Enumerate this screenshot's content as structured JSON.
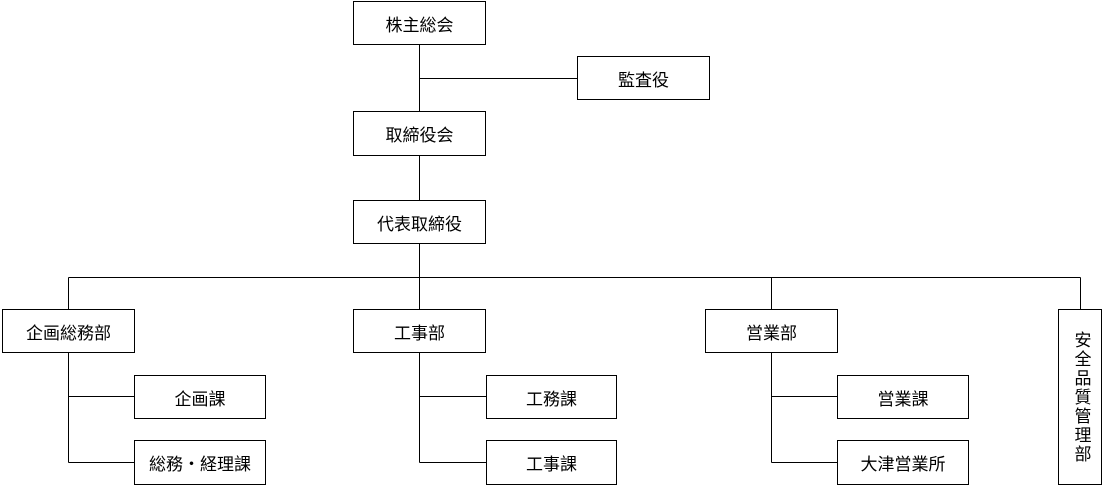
{
  "org_chart": {
    "shareholders_meeting": "株主総会",
    "auditor": "監査役",
    "board_of_directors": "取締役会",
    "representative_director": "代表取締役",
    "departments": {
      "planning_general": {
        "label": "企画総務部",
        "sections": [
          "企画課",
          "総務・経理課"
        ]
      },
      "construction": {
        "label": "工事部",
        "sections": [
          "工務課",
          "工事課"
        ]
      },
      "sales": {
        "label": "営業部",
        "sections": [
          "営業課",
          "大津営業所"
        ]
      },
      "safety_quality": {
        "label": "安全品質管理部"
      }
    }
  }
}
